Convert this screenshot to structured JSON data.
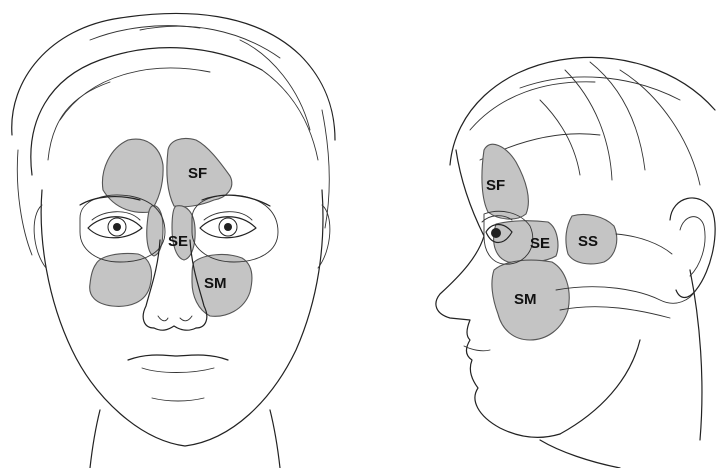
{
  "colors": {
    "sinus_fill": "#c4c4c4",
    "line": "#222222",
    "background": "#ffffff"
  },
  "front_view": {
    "labels": {
      "frontal": "SF",
      "ethmoid": "SE",
      "maxillary": "SM"
    }
  },
  "side_view": {
    "labels": {
      "frontal": "SF",
      "ethmoid": "SE",
      "sphenoid": "SS",
      "maxillary": "SM"
    }
  }
}
